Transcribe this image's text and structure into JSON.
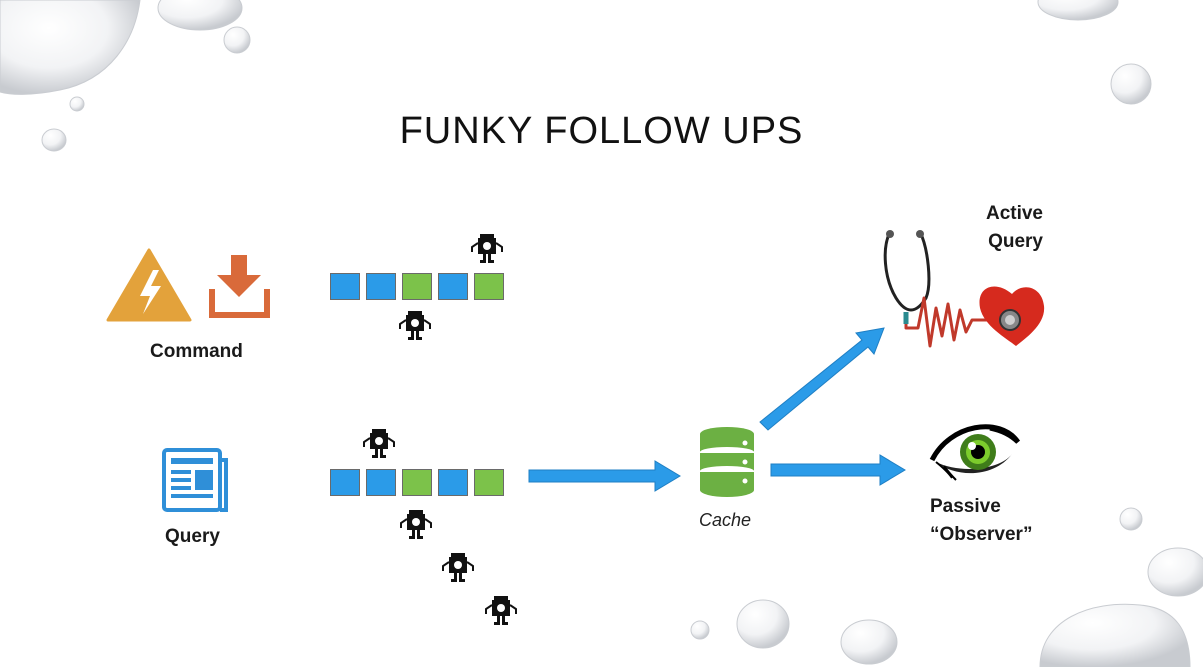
{
  "slide": {
    "title": "FUNKY FOLLOW UPS"
  },
  "labels": {
    "command": "Command",
    "query": "Query",
    "cache": "Cache",
    "active_line1": "Active",
    "active_line2": "Query",
    "passive_line1": "Passive",
    "passive_line2": "“Observer”"
  },
  "icons": {
    "command": [
      "lightning-warning-icon",
      "download-icon"
    ],
    "query": "newspaper-icon",
    "cache": "database-icon",
    "workers": "robot-icon",
    "active": "stethoscope-heart-icon",
    "passive": "eye-icon",
    "decoration": "water-droplet"
  },
  "queues": {
    "command_row": [
      "blue",
      "blue",
      "green",
      "blue",
      "green"
    ],
    "query_row": [
      "blue",
      "blue",
      "green",
      "blue",
      "green"
    ]
  },
  "colors": {
    "queue_blue": "#2b9be8",
    "queue_green": "#7cc24a",
    "arrow_blue": "#2b9be8",
    "warning_orange": "#e3a23b",
    "download_orange": "#d96a3a",
    "cache_green": "#6cb043",
    "newspaper_blue": "#2f8fd8"
  }
}
